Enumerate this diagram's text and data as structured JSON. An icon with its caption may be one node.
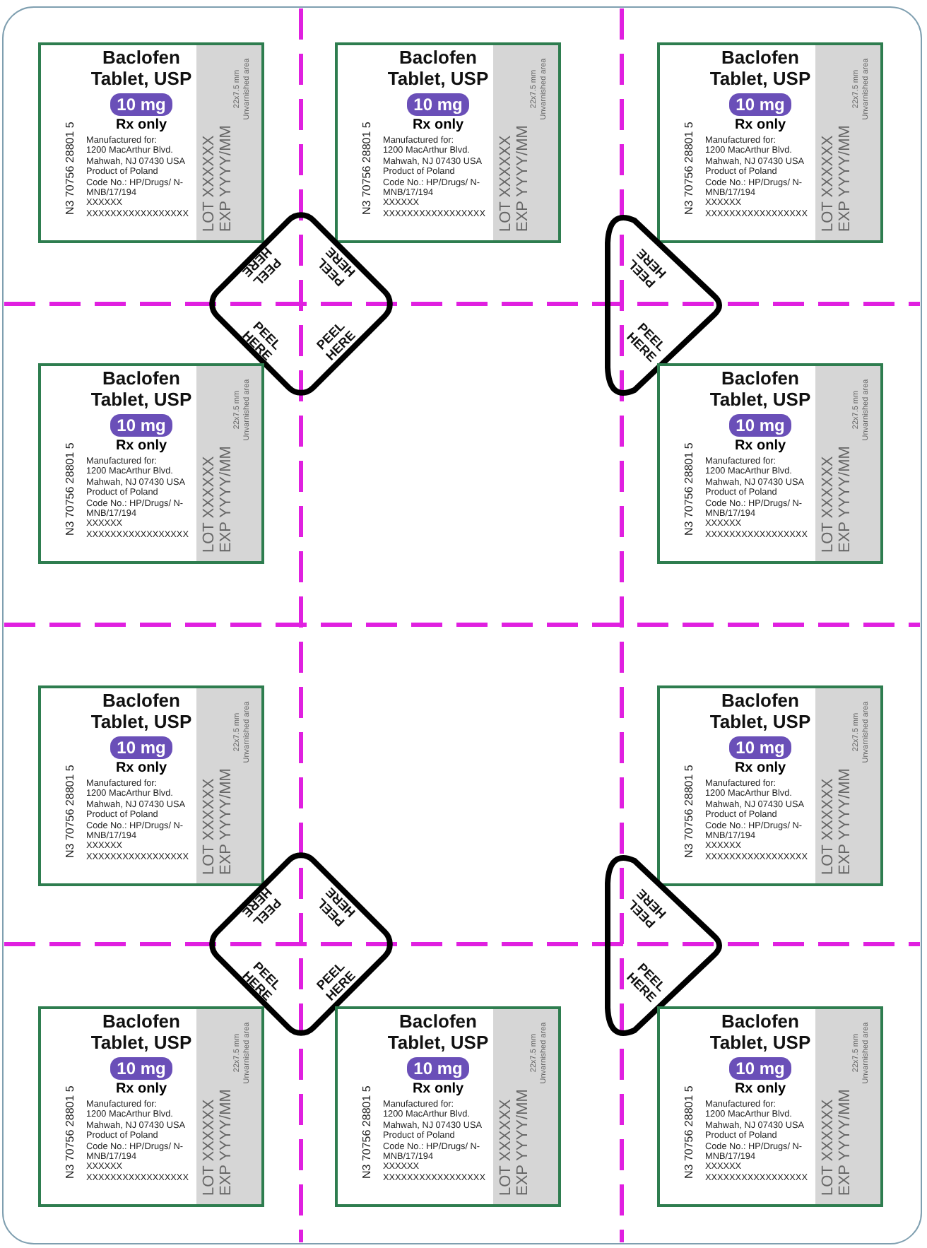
{
  "diagram": {
    "nodes": [
      {
        "text": [
          "Baclofen Tablet, USP",
          "10 mg",
          "Rx only",
          "Manufactured for:",
          "1200 MacArthur Blvd. Mahwah, NJ 07430 USA",
          "Product of Poland",
          "Code No.: HP/Drugs/ N-MNB/17/194",
          "XXXXXX",
          "XXXXXXXXXXXXXXXXX",
          "N3 70756 28801 5",
          "LOT XXXXXX",
          "EXP YYYY/MM",
          "22x7.5 mm Unvarnished area"
        ]
      },
      {
        "text": [
          "Baclofen Tablet, USP",
          "10 mg",
          "Rx only",
          "Manufactured for:",
          "1200 MacArthur Blvd. Mahwah, NJ 07430 USA",
          "Product of Poland",
          "Code No.: HP/Drugs/ N-MNB/17/194",
          "XXXXXX",
          "XXXXXXXXXXXXXXXXX",
          "N3 70756 28801 5",
          "LOT XXXXXX",
          "EXP YYYY/MM",
          "22x7.5 mm Unvarnished area"
        ]
      },
      {
        "text": [
          "Baclofen Tablet, USP",
          "10 mg",
          "Rx only",
          "Manufactured for:",
          "1200 MacArthur Blvd. Mahwah, NJ 07430 USA",
          "Product of Poland",
          "Code No.: HP/Drugs/ N-MNB/17/194",
          "XXXXXX",
          "XXXXXXXXXXXXXXXXX",
          "N3 70756 28801 5",
          "LOT XXXXXX",
          "EXP YYYY/MM",
          "22x7.5 mm Unvarnished area"
        ]
      },
      {
        "text": [
          "PEEL HERE",
          "PEEL HERE",
          "PEEL HERE",
          "PEEL HERE"
        ]
      },
      {
        "text": [
          "PEEL HERE",
          "PEEL HERE"
        ]
      },
      {
        "text": [
          "Baclofen Tablet, USP",
          "10 mg",
          "Rx only",
          "Manufactured for:",
          "1200 MacArthur Blvd. Mahwah, NJ 07430 USA",
          "Product of Poland",
          "Code No.: HP/Drugs/ N-MNB/17/194",
          "XXXXXX",
          "XXXXXXXXXXXXXXXXX",
          "N3 70756 28801 5",
          "LOT XXXXXX",
          "EXP YYYY/MM",
          "22x7.5 mm Unvarnished area"
        ]
      },
      {
        "text": [
          "Baclofen Tablet, USP",
          "10 mg",
          "Rx only",
          "Manufactured for:",
          "1200 MacArthur Blvd. Mahwah, NJ 07430 USA",
          "Product of Poland",
          "Code No.: HP/Drugs/ N-MNB/17/194",
          "XXXXXX",
          "XXXXXXXXXXXXXXXXX",
          "N3 70756 28801 5",
          "LOT XXXXXX",
          "EXP YYYY/MM",
          "22x7.5 mm Unvarnished area"
        ]
      },
      {
        "text": [
          "Baclofen Tablet, USP",
          "10 mg",
          "Rx only",
          "Manufactured for:",
          "1200 MacArthur Blvd. Mahwah, NJ 07430 USA",
          "Product of Poland",
          "Code No.: HP/Drugs/ N-MNB/17/194",
          "XXXXXX",
          "XXXXXXXXXXXXXXXXX",
          "N3 70756 28801 5",
          "LOT XXXXXX",
          "EXP YYYY/MM",
          "22x7.5 mm Unvarnished area"
        ]
      },
      {
        "text": [
          "Baclofen Tablet, USP",
          "10 mg",
          "Rx only",
          "Manufactured for:",
          "1200 MacArthur Blvd. Mahwah, NJ 07430 USA",
          "Product of Poland",
          "Code No.: HP/Drugs/ N-MNB/17/194",
          "XXXXXX",
          "XXXXXXXXXXXXXXXXX",
          "N3 70756 28801 5",
          "LOT XXXXXX",
          "EXP YYYY/MM",
          "22x7.5 mm Unvarnished area"
        ]
      },
      {
        "text": [
          "PEEL HERE",
          "PEEL HERE",
          "PEEL HERE",
          "PEEL HERE"
        ]
      },
      {
        "text": [
          "PEEL HERE",
          "PEEL HERE"
        ]
      },
      {
        "text": [
          "Baclofen Tablet, USP",
          "10 mg",
          "Rx only",
          "Manufactured for:",
          "1200 MacArthur Blvd. Mahwah, NJ 07430 USA",
          "Product of Poland",
          "Code No.: HP/Drugs/ N-MNB/17/194",
          "XXXXXX",
          "XXXXXXXXXXXXXXXXX",
          "N3 70756 28801 5",
          "LOT XXXXXX",
          "EXP YYYY/MM",
          "22x7.5 mm Unvarnished area"
        ]
      },
      {
        "text": [
          "Baclofen Tablet, USP",
          "10 mg",
          "Rx only",
          "Manufactured for:",
          "1200 MacArthur Blvd. Mahwah, NJ 07430 USA",
          "Product of Poland",
          "Code No.: HP/Drugs/ N-MNB/17/194",
          "XXXXXX",
          "XXXXXXXXXXXXXXXXX",
          "N3 70756 28801 5",
          "LOT XXXXXX",
          "EXP YYYY/MM",
          "22x7.5 mm Unvarnished area"
        ]
      },
      {
        "text": [
          "Baclofen Tablet, USP",
          "10 mg",
          "Rx only",
          "Manufactured for:",
          "1200 MacArthur Blvd. Mahwah, NJ 07430 USA",
          "Product of Poland",
          "Code No.: HP/Drugs/ N-MNB/17/194",
          "XXXXXX",
          "XXXXXXXXXXXXXXXXX",
          "N3 70756 28801 5",
          "LOT XXXXXX",
          "EXP YYYY/MM",
          "22x7.5 mm Unvarnished area"
        ]
      }
    ]
  }
}
